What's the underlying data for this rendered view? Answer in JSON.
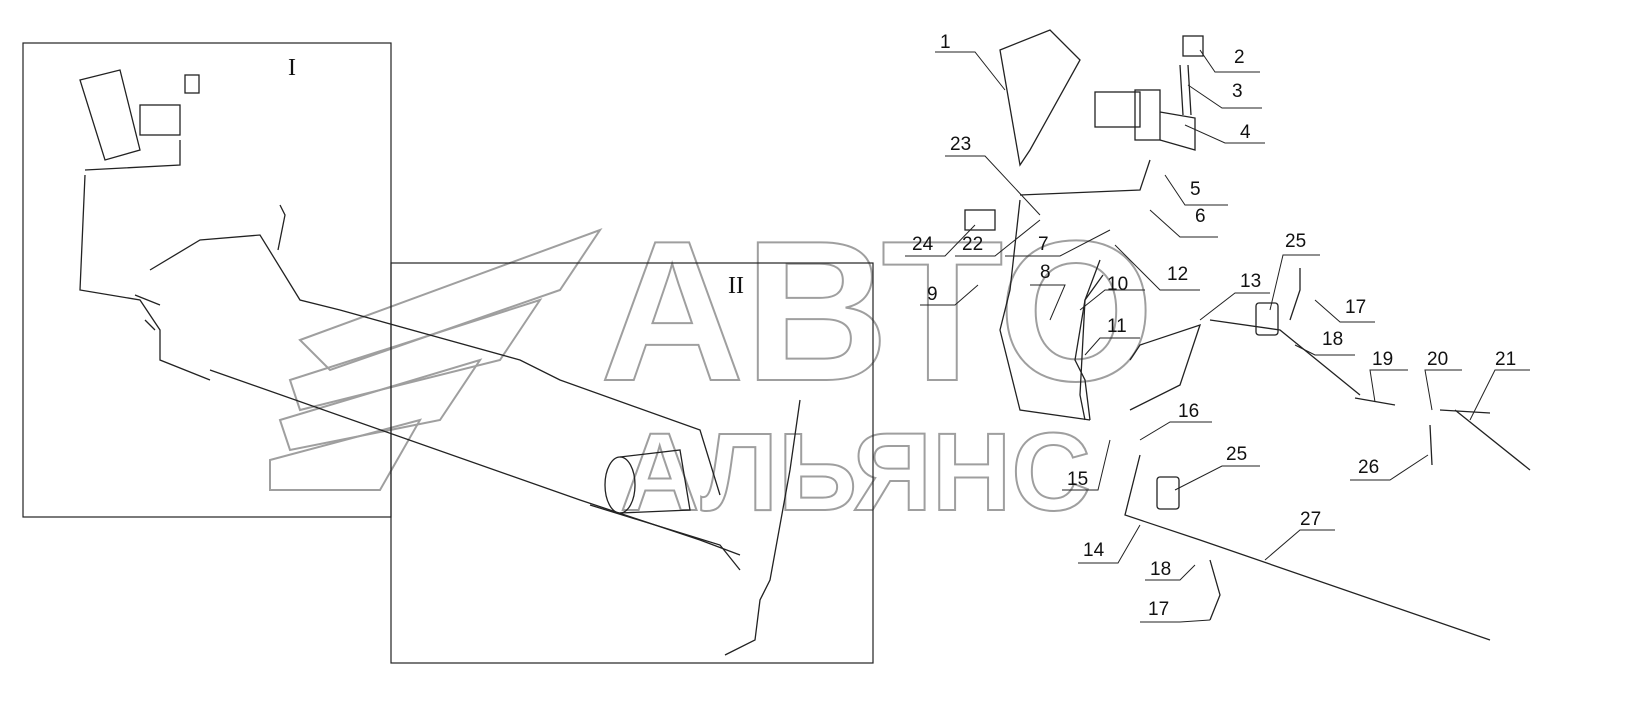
{
  "watermark": {
    "line1": "АВТО",
    "line2": "АЛЬЯНС"
  },
  "views": {
    "view1": "I",
    "view2": "II"
  },
  "callouts": [
    "1",
    "2",
    "3",
    "4",
    "5",
    "6",
    "7",
    "8",
    "9",
    "10",
    "11",
    "12",
    "13",
    "14",
    "15",
    "16",
    "17",
    "17",
    "18",
    "18",
    "19",
    "20",
    "21",
    "22",
    "23",
    "24",
    "25",
    "25",
    "26",
    "27"
  ]
}
